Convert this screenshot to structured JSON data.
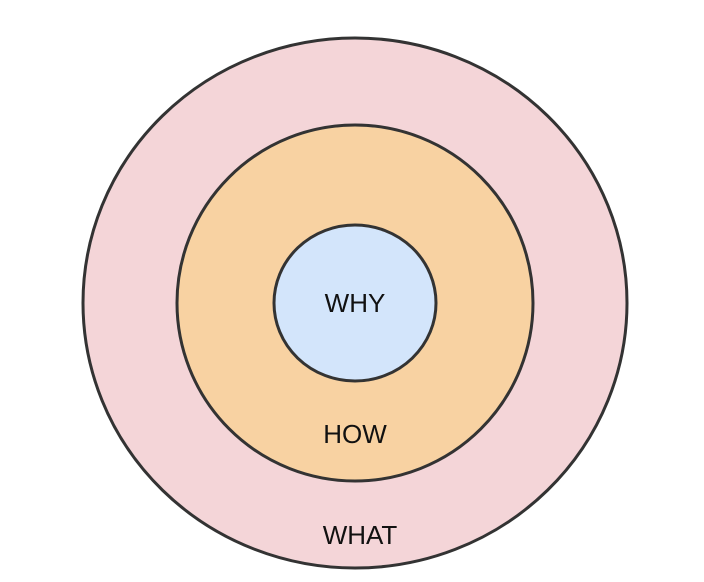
{
  "rings": {
    "outer": {
      "label": "WHAT",
      "fill": "#f4d5d8"
    },
    "middle": {
      "label": "HOW",
      "fill": "#f8d2a2"
    },
    "inner": {
      "label": "WHY",
      "fill": "#d3e5fb"
    }
  },
  "stroke_color": "#333333"
}
